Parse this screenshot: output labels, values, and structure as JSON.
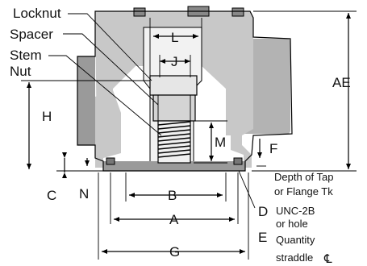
{
  "labels": {
    "locknut": "Locknut",
    "spacer": "Spacer",
    "stem": "Stem",
    "nut": "Nut",
    "L": "L",
    "J": "J",
    "AE": "AE",
    "H": "H",
    "M": "M",
    "F": "F",
    "depth_line1": "Depth of Tap",
    "depth_line2": "or Flange Tk",
    "C": "C",
    "N": "N",
    "B": "B",
    "D": "D",
    "unc_line1": "UNC-2B",
    "unc_line2": "or hole",
    "A": "A",
    "E": "E",
    "quantity": "Quantity",
    "straddle": "straddle",
    "centerline": "℄",
    "G": "G"
  },
  "colors": {
    "body": "#c8c8c8",
    "shadow": "#9a9a9a",
    "ink": "#000000"
  }
}
